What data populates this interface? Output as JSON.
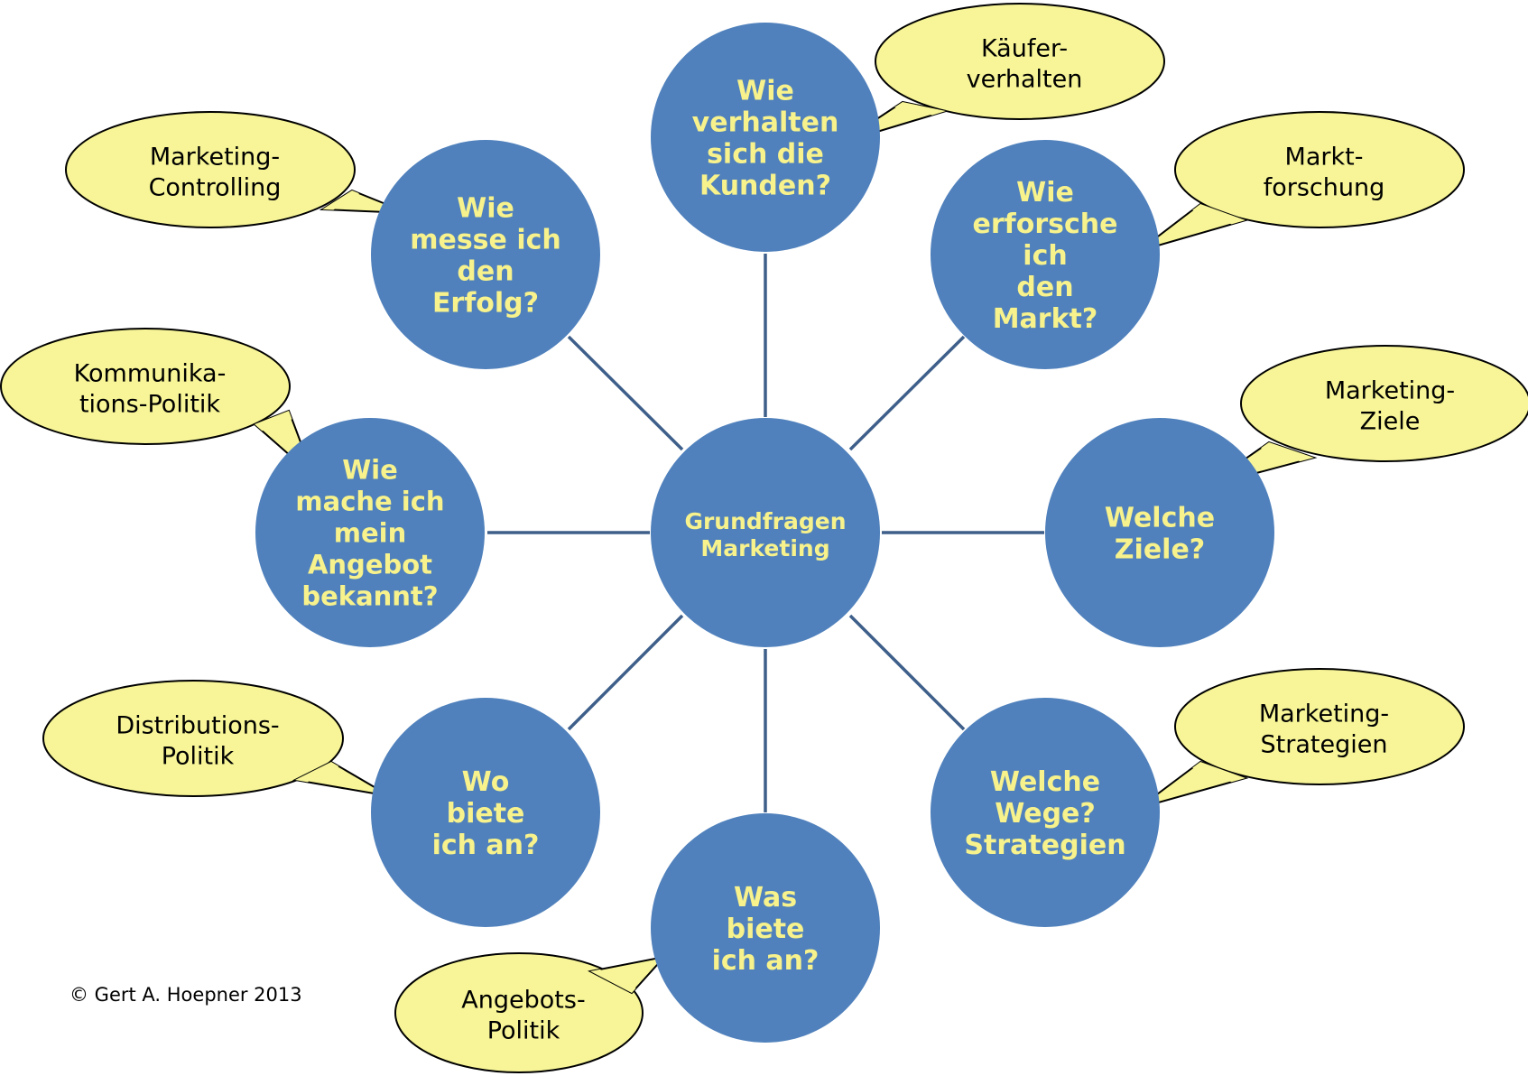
{
  "colors": {
    "circle_fill": "#5081BC",
    "circle_text": "#F7F28C",
    "bubble_fill": "#F7F597",
    "bubble_stroke": "#000000",
    "connector": "#3E5F8A"
  },
  "center": {
    "lines": [
      "Grundfragen",
      "Marketing"
    ]
  },
  "nodes": [
    {
      "id": "kunden",
      "question": [
        "Wie",
        "verhalten",
        "sich die",
        "Kunden?"
      ],
      "bubble": [
        "Käufer-",
        "verhalten"
      ]
    },
    {
      "id": "markt",
      "question": [
        "Wie",
        "erforsche",
        "ich",
        "den",
        "Markt?"
      ],
      "bubble": [
        "Markt-",
        "forschung"
      ]
    },
    {
      "id": "ziele",
      "question": [
        "Welche",
        "Ziele?"
      ],
      "bubble": [
        "Marketing-",
        "Ziele"
      ]
    },
    {
      "id": "strategien",
      "question": [
        "Welche",
        "Wege?",
        "Strategien"
      ],
      "bubble": [
        "Marketing-",
        "Strategien"
      ]
    },
    {
      "id": "angebot",
      "question": [
        "Was",
        "biete",
        "ich an?"
      ],
      "bubble": [
        "Angebots-",
        "Politik"
      ]
    },
    {
      "id": "distribution",
      "question": [
        "Wo",
        "biete",
        "ich an?"
      ],
      "bubble": [
        "Distributions-",
        "Politik"
      ]
    },
    {
      "id": "kommunikation",
      "question": [
        "Wie",
        "mache ich",
        "mein",
        "Angebot",
        "bekannt?"
      ],
      "bubble": [
        "Kommunika-",
        "tions-Politik"
      ]
    },
    {
      "id": "controlling",
      "question": [
        "Wie",
        "messe ich",
        "den",
        "Erfolg?"
      ],
      "bubble": [
        "Marketing-",
        "Controlling"
      ]
    }
  ],
  "copyright": "© Gert A. Hoepner 2013"
}
